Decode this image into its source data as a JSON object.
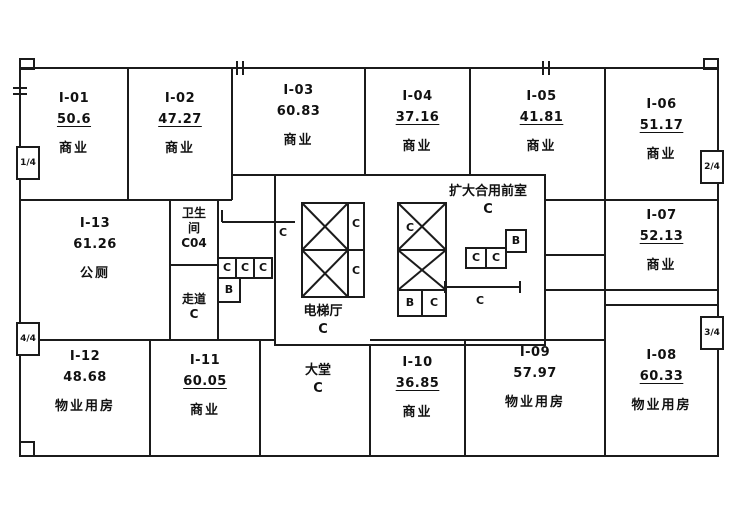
{
  "plan": {
    "rooms": [
      {
        "id": "I-01",
        "area": "50.6",
        "use": "商业"
      },
      {
        "id": "I-02",
        "area": "47.27",
        "use": "商业"
      },
      {
        "id": "I-03",
        "area": "60.83",
        "use": "商业"
      },
      {
        "id": "I-04",
        "area": "37.16",
        "use": "商业"
      },
      {
        "id": "I-05",
        "area": "41.81",
        "use": "商业"
      },
      {
        "id": "I-06",
        "area": "51.17",
        "use": "商业"
      },
      {
        "id": "I-07",
        "area": "52.13",
        "use": "商业"
      },
      {
        "id": "I-08",
        "area": "60.33",
        "use": "物业用房"
      },
      {
        "id": "I-09",
        "area": "57.97",
        "use": "物业用房"
      },
      {
        "id": "I-10",
        "area": "36.85",
        "use": "商业"
      },
      {
        "id": "I-11",
        "area": "60.05",
        "use": "商业"
      },
      {
        "id": "I-12",
        "area": "48.68",
        "use": "物业用房"
      },
      {
        "id": "I-13",
        "area": "61.26",
        "use": "公厕"
      }
    ],
    "core": {
      "restroom_name": "卫生间",
      "restroom_code": "C04",
      "corridor_name": "走道",
      "corridor_code": "C",
      "elevator_hall_name": "电梯厅",
      "elevator_hall_code": "C",
      "lobby_name": "大堂",
      "lobby_code": "C",
      "front_room_name": "扩大合用前室",
      "front_room_code": "C",
      "letter_c": "C",
      "letter_b": "B"
    },
    "markers": [
      {
        "label": "1/4"
      },
      {
        "label": "2/4"
      },
      {
        "label": "3/4"
      },
      {
        "label": "4/4"
      }
    ],
    "colors": {
      "wall": "#1b1b1b",
      "background": "#ffffff"
    }
  }
}
